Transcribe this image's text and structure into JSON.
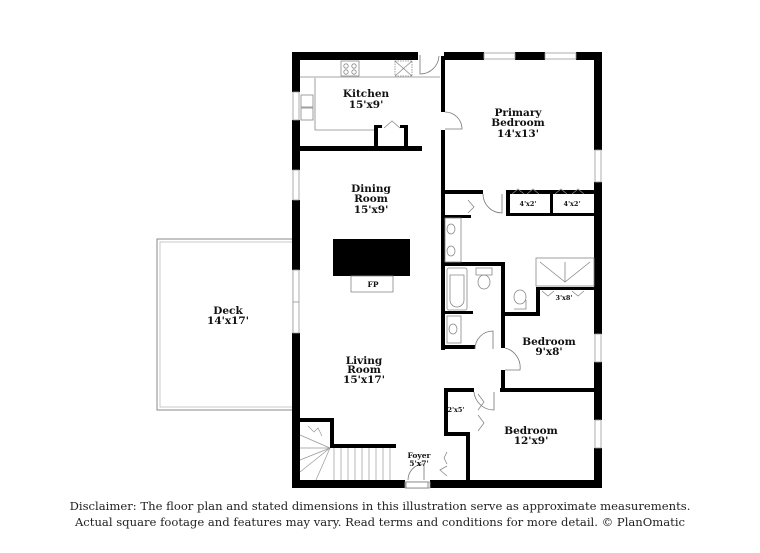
{
  "floor_plan": {
    "rooms": [
      {
        "id": "kitchen",
        "name": "Kitchen",
        "dimensions": "15'x9'"
      },
      {
        "id": "primary-bedroom",
        "name": "Primary Bedroom",
        "name_lines": [
          "Primary",
          "Bedroom"
        ],
        "dimensions": "14'x13'"
      },
      {
        "id": "dining-room",
        "name": "Dining Room",
        "name_lines": [
          "Dining",
          "Room"
        ],
        "dimensions": "15'x9'"
      },
      {
        "id": "deck",
        "name": "Deck",
        "dimensions": "14'x17'"
      },
      {
        "id": "living-room",
        "name": "Living Room",
        "name_lines": [
          "Living",
          "Room"
        ],
        "dimensions": "15'x17'"
      },
      {
        "id": "bedroom-2",
        "name": "Bedroom",
        "dimensions": "9'x8'"
      },
      {
        "id": "bedroom-3",
        "name": "Bedroom",
        "dimensions": "12'x9'"
      },
      {
        "id": "foyer",
        "name": "Foyer",
        "dimensions": "5'x7'"
      }
    ],
    "closets": [
      {
        "id": "primary-closet-1",
        "dimensions": "4'x2'"
      },
      {
        "id": "primary-closet-2",
        "dimensions": "4'x2'"
      },
      {
        "id": "bedroom-2-closet",
        "dimensions": "3'x8'"
      },
      {
        "id": "bedroom-3-closet",
        "dimensions": "2'x5'"
      }
    ],
    "fixtures": {
      "fireplace_label": "FP"
    },
    "colors": {
      "wall": "#000000",
      "line": "#9a9a9a",
      "background": "#ffffff"
    }
  },
  "disclaimer": {
    "line1": "Disclaimer: The floor plan and stated dimensions in this illustration serve as approximate measurements.",
    "line2": "Actual square footage and features may vary. Read terms and conditions for more detail. © PlanOmatic"
  }
}
